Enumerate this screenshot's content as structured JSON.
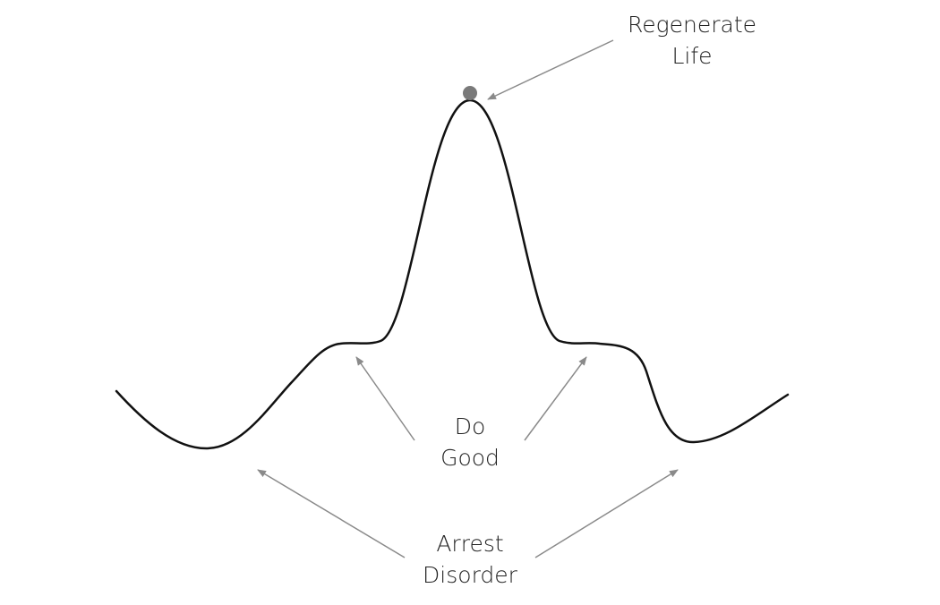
{
  "diagram": {
    "labels": {
      "top": {
        "line1": "Regenerate",
        "line2": "Life"
      },
      "middle": {
        "line1": "Do",
        "line2": "Good"
      },
      "bottom": {
        "line1": "Arrest",
        "line2": "Disorder"
      }
    },
    "colors": {
      "curve": "#111111",
      "arrow": "#8a8a8a",
      "peak_dot": "#7a7a7a",
      "text": "#222222"
    }
  }
}
